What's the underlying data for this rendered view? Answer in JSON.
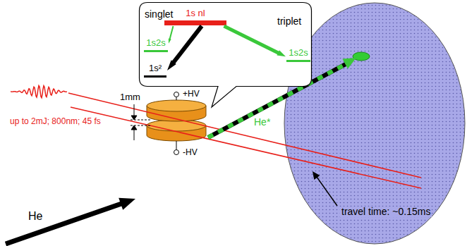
{
  "diagram": {
    "nodes": [
      {
        "text": [
          "singlet",
          "triplet"
        ]
      },
      {
        "text": [
          "1s nl"
        ],
        "in": 0
      },
      {
        "text": [
          "1s2s"
        ],
        "in": 0
      },
      {
        "text": [
          "1s2s"
        ],
        "in": 0
      },
      {
        "text": [
          "1s²"
        ],
        "in": 0
      }
    ],
    "edges": [
      {
        "from": 1,
        "to": 4,
        "arrow": "to"
      },
      {
        "from": 1,
        "to": 2,
        "arrow": "to"
      },
      {
        "from": 1,
        "to": 3,
        "arrow": "to"
      }
    ],
    "labels": [
      "up to 2mJ; 800nm; 45 fs",
      "1mm",
      "+HV",
      "-HV",
      "He",
      "He*",
      "travel time: ~0.15ms"
    ]
  }
}
